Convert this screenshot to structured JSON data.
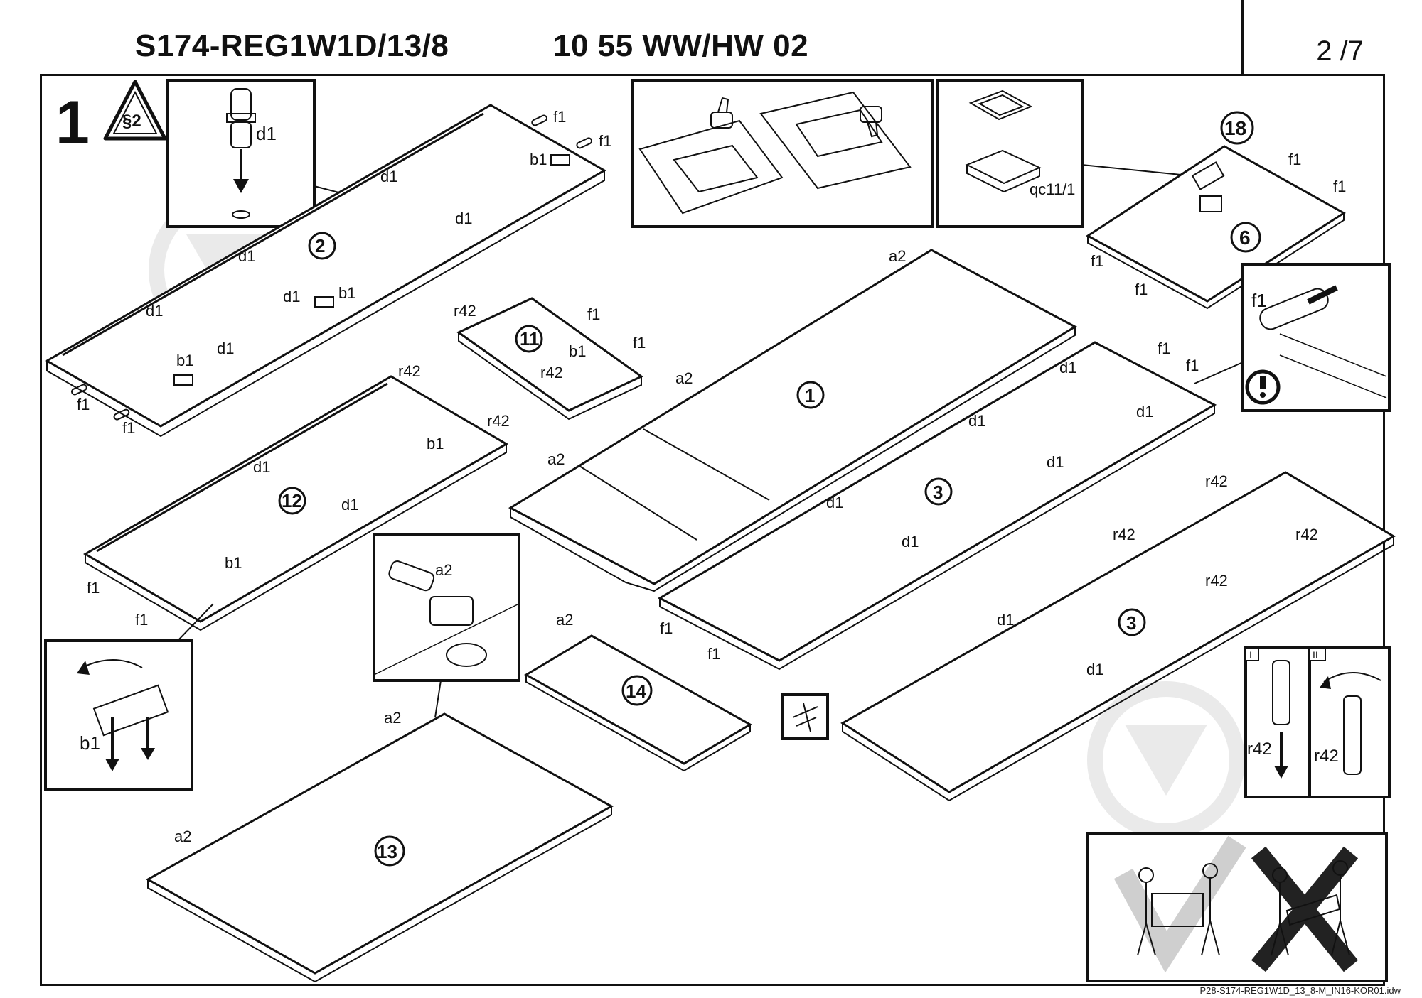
{
  "header": {
    "code": "S174-REG1W1D/13/8",
    "color": "10 55 WW/HW 02",
    "page": "2 /7"
  },
  "footer": {
    "file": "P28-S174-REG1W1D_13_8-M_IN16-KOR01.idw"
  },
  "step": {
    "number": "1",
    "sign": "§2"
  },
  "parts": [
    "2",
    "12",
    "11",
    "1",
    "3",
    "3",
    "6",
    "18",
    "14",
    "13"
  ],
  "hardware": {
    "d1": "d1",
    "f1": "f1",
    "b1": "b1",
    "a2": "a2",
    "r42": "r42",
    "qc": "qc11/1"
  },
  "detail_panels": {
    "r42_steps": [
      "I",
      "II"
    ]
  },
  "colors": {
    "line": "#111111",
    "watermark": "#d9d9d9",
    "background": "#ffffff"
  },
  "icons": [
    "warning-triangle-icon",
    "thumbs-up-icon",
    "thumbs-down-icon",
    "exclamation-icon",
    "rotate-arrow-icon",
    "check-mark-icon",
    "cross-mark-icon",
    "watermark-download-icon"
  ]
}
